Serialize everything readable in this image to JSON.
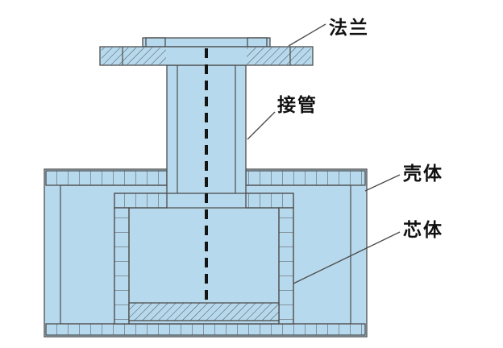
{
  "colors": {
    "fill": "#b7d9ed",
    "stroke": "#4d4d4d",
    "leader": "#4d4d4d",
    "centerline": "#141414",
    "text": "#111111",
    "background": "#ffffff"
  },
  "labels": {
    "flange": "法兰",
    "pipe": "接管",
    "shell": "壳体",
    "core": "芯体"
  }
}
